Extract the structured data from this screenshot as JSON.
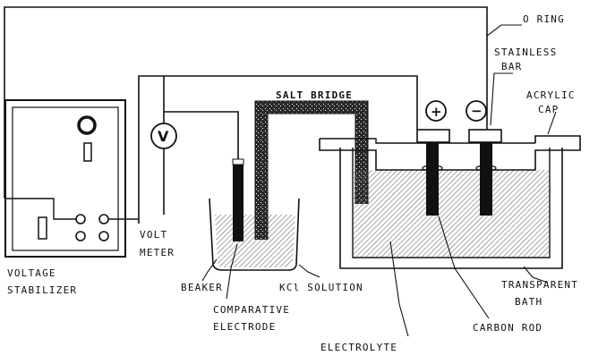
{
  "labels": {
    "o_ring": "O RING",
    "stainless_1": "STAINLESS",
    "stainless_2": "BAR",
    "acrylic_1": "ACRYLIC",
    "acrylic_2": "CAP",
    "salt_bridge": "SALT BRIDGE",
    "plus": "+",
    "minus": "−",
    "volt_symbol": "V",
    "volt_1": "VOLT",
    "volt_2": "METER",
    "voltage_1": "VOLTAGE",
    "voltage_2": "STABILIZER",
    "beaker": "BEAKER",
    "kcl": "KCl SOLUTION",
    "comparative_1": "COMPARATIVE",
    "comparative_2": "ELECTRODE",
    "transparent_1": "TRANSPARENT",
    "transparent_2": "BATH",
    "carbon_rod": "CARBON ROD",
    "electrolyte": "ELECTROLYTE"
  },
  "colors": {
    "ink": "#111111",
    "background": "#ffffff",
    "liquid_hatch": "#6a6a6a"
  }
}
